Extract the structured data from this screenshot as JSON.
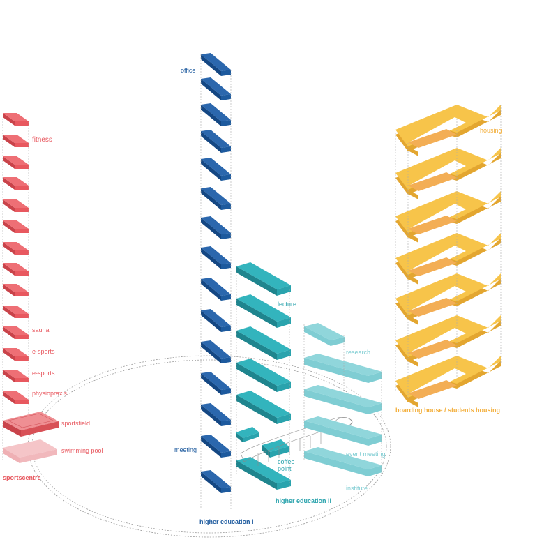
{
  "colors": {
    "red": "#e8585f",
    "red_top": "#ee6f75",
    "red_side": "#c9434a",
    "pink_light": "#f2bcbf",
    "navy": "#1d5a9e",
    "navy_top": "#2b67ad",
    "navy_side": "#144783",
    "teal": "#2aa3ad",
    "teal_top": "#33b4bd",
    "teal_side": "#1f858e",
    "lightteal": "#7fcdd3",
    "lightteal_top": "#90d6db",
    "yellow": "#f7c44a",
    "yellow_side": "#e3a630",
    "orange": "#f3ae55",
    "label_red": "#e8585f",
    "label_navy": "#1d5a9e",
    "label_teal": "#2aa3ad",
    "label_lightteal": "#7fcdd3",
    "label_yellow": "#f3ae3a"
  },
  "labels": {
    "fitness": "fitness",
    "sauna": "sauna",
    "esports1": "e-sports",
    "esports2": "e-sports",
    "physiopraxis": "physiopraxis",
    "sportsfield": "sportsfield",
    "swimming_pool": "swimming pool",
    "sportscentre": "sportscentre",
    "office": "office",
    "meeting": "meeting",
    "higher_education_1": "higher education I",
    "lecture": "lecture",
    "coffee_point_1": "coffee",
    "coffee_point_2": "point",
    "higher_education_2": "higher education II",
    "research": "research",
    "event_meeting": "event meeting",
    "institute": "institute",
    "housing": "housing",
    "boarding_house": "boarding house / students housing"
  }
}
